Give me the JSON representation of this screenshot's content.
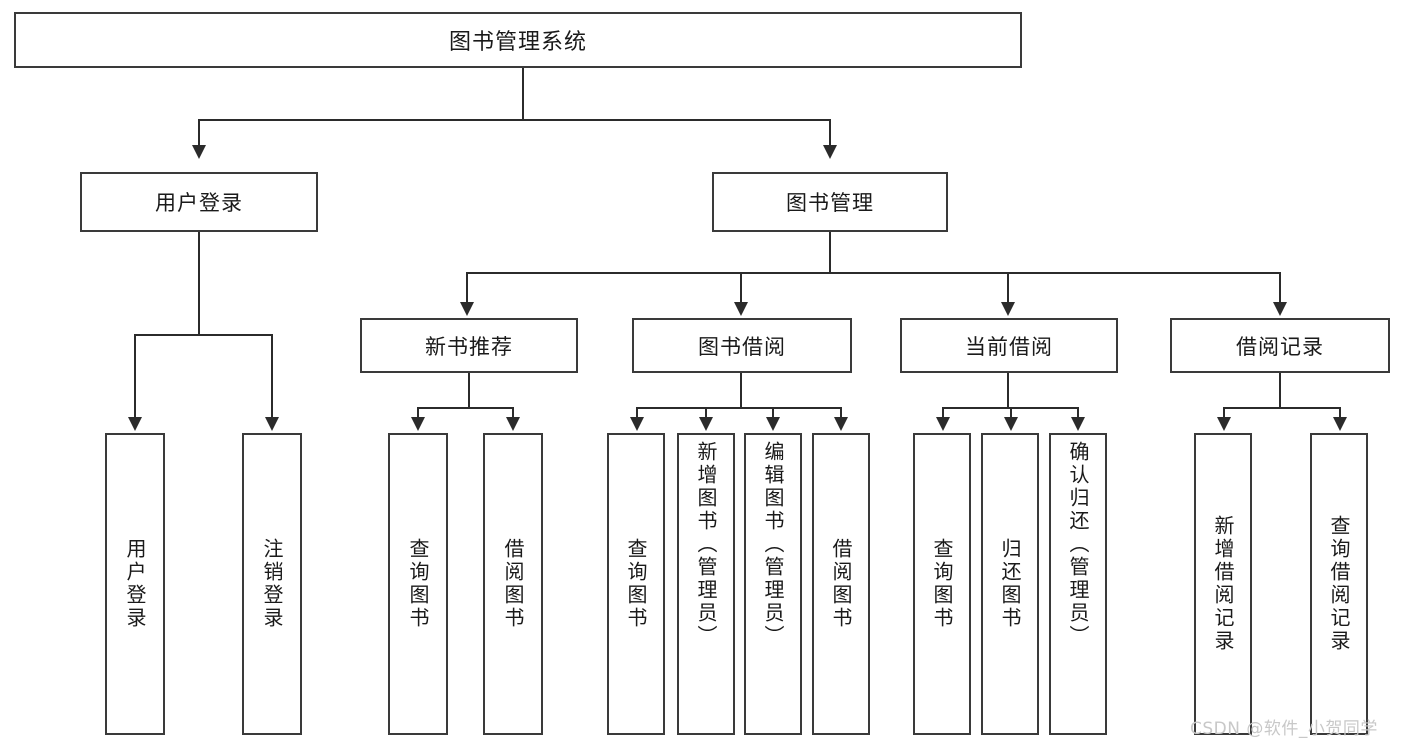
{
  "diagram": {
    "title": "图书管理系统",
    "type": "tree-hierarchy-diagram",
    "root": {
      "label": "图书管理系统"
    },
    "level1": [
      {
        "label": "用户登录"
      },
      {
        "label": "图书管理"
      }
    ],
    "level2": [
      {
        "label": "新书推荐"
      },
      {
        "label": "图书借阅"
      },
      {
        "label": "当前借阅"
      },
      {
        "label": "借阅记录"
      }
    ],
    "leaves": {
      "user_login": [
        {
          "label": "用户登录"
        },
        {
          "label": "注销登录"
        }
      ],
      "new_book_recommend": [
        {
          "label": "查询图书"
        },
        {
          "label": "借阅图书"
        }
      ],
      "book_borrow": [
        {
          "label": "查询图书"
        },
        {
          "label": "新增图书（管理员）"
        },
        {
          "label": "编辑图书（管理员）"
        },
        {
          "label": "借阅图书"
        }
      ],
      "current_borrow": [
        {
          "label": "查询图书"
        },
        {
          "label": "归还图书"
        },
        {
          "label": "确认归还（管理员）"
        }
      ],
      "borrow_record": [
        {
          "label": "新增借阅记录"
        },
        {
          "label": "查询借阅记录"
        }
      ]
    },
    "watermark": "CSDN @软件_小贺同学",
    "colors": {
      "box_border": "#3a3a3a",
      "line": "#2b2b2b",
      "text": "#1a1a1a",
      "background": "#ffffff",
      "watermark": "#c8c8c8"
    }
  }
}
